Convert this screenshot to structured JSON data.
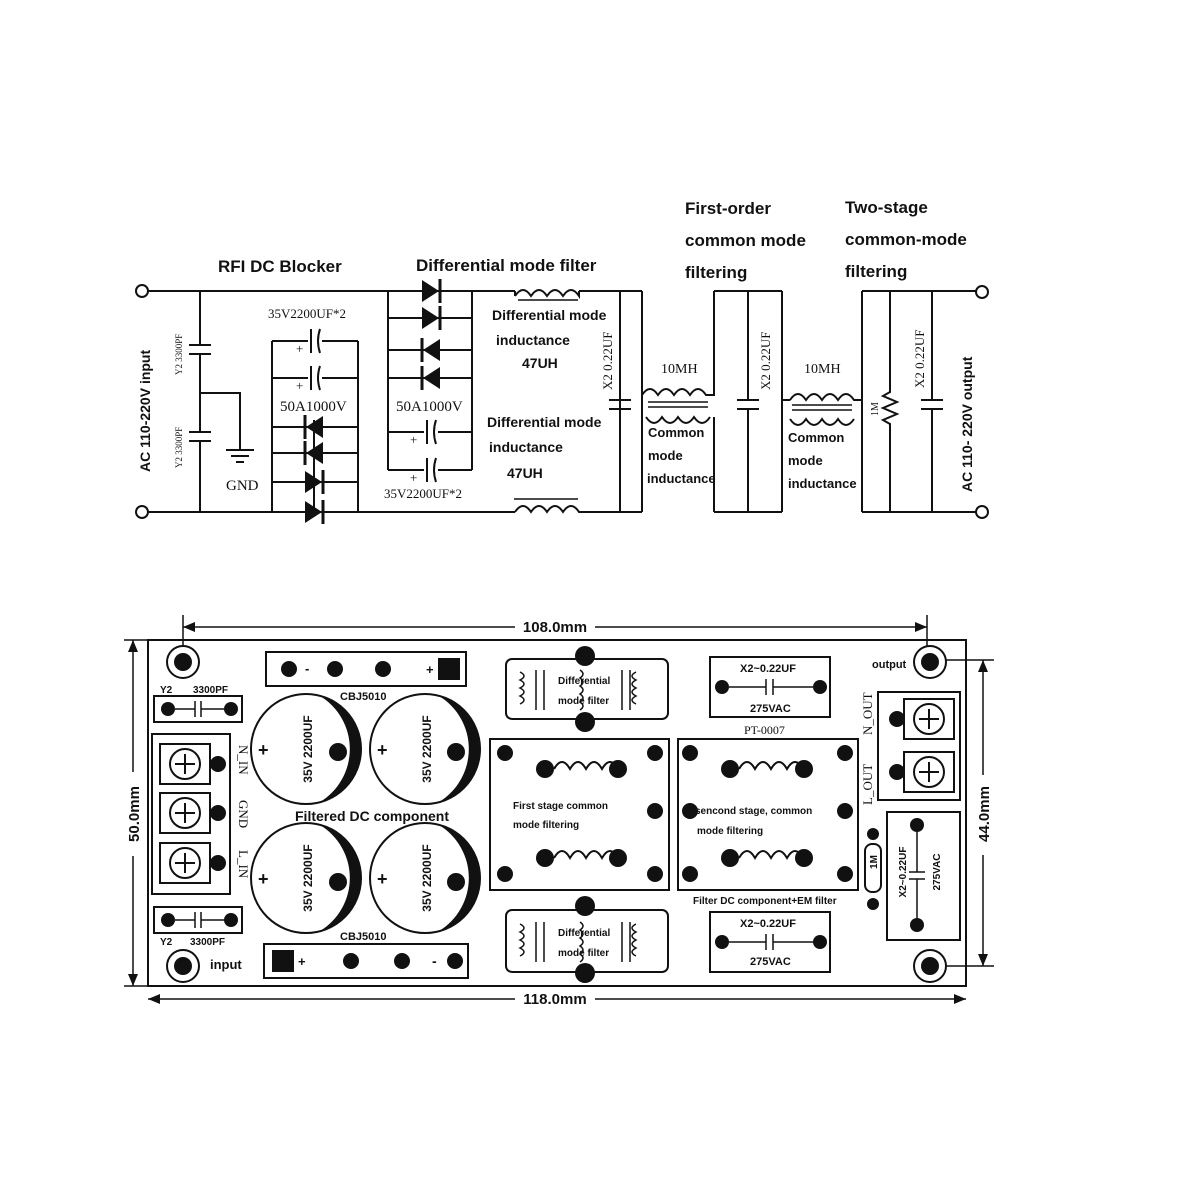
{
  "schematic": {
    "sections": {
      "rfi": "RFI DC Blocker",
      "diff": "Differential mode filter",
      "first_l1": "First-order",
      "first_l2": "common mode",
      "first_l3": "filtering",
      "two_l1": "Two-stage",
      "two_l2": "common-mode",
      "two_l3": "filtering"
    },
    "input_label": "AC 110-220V input",
    "output_label": "AC 110- 220V output",
    "y2_top": "Y2  3300PF",
    "y2_bot": "Y2  3300PF",
    "gnd": "GND",
    "cap_top": "35V2200UF*2",
    "cap_bot": "35V2200UF*2",
    "bridge1": "50A1000V",
    "bridge2": "50A1000V",
    "dmi_top_l1": "Differential mode",
    "dmi_top_l2": "inductance",
    "dmi_top_l3": "47UH",
    "dmi_bot_l1": "Differential mode",
    "dmi_bot_l2": "inductance",
    "dmi_bot_l3": "47UH",
    "x2_a": "X2 0.22UF",
    "x2_b": "X2 0.22UF",
    "x2_c": "X2 0.22UF",
    "cm1_value": "10MH",
    "cm2_value": "10MH",
    "cm1_l1": "Common",
    "cm1_l2": "mode",
    "cm1_l3": "inductance",
    "cm2_l1": "Common",
    "cm2_l2": "mode",
    "cm2_l3": "inductance",
    "res": "1M"
  },
  "board": {
    "dim_top": "108.0mm",
    "dim_bottom": "118.0mm",
    "dim_left": "50.0mm",
    "dim_right": "44.0mm",
    "output": "output",
    "input": "input",
    "y2_top": "Y2",
    "y2_top_val": "3300PF",
    "y2_bot": "Y2",
    "y2_bot_val": "3300PF",
    "n_in": "N_IN",
    "gnd": "GND",
    "l_in": "L_IN",
    "n_out": "N_OUT",
    "l_out": "L_OUT",
    "bridge_top": "CBJ5010",
    "bridge_bot": "CBJ5010",
    "minus": "-",
    "plus": "+",
    "cap_value": "35V 2200UF",
    "filtered_dc": "Filtered DC component",
    "diff_filter_l1": "Differential",
    "diff_filter_l2": "mode filter",
    "x2_top": "X2~0.22UF",
    "x2_top_v": "275VAC",
    "x2_bot": "X2~0.22UF",
    "x2_bot_v": "275VAC",
    "pt": "PT-0007",
    "first_stage_l1": "First stage common",
    "first_stage_l2": "mode filtering",
    "second_stage_l1": "sencond stage, common",
    "second_stage_l2": "mode filtering",
    "filter_dc_em": "Filter DC component+EM filter",
    "res": "1M",
    "x2_side": "X2~0.22UF",
    "x2_side_v": "275VAC"
  }
}
